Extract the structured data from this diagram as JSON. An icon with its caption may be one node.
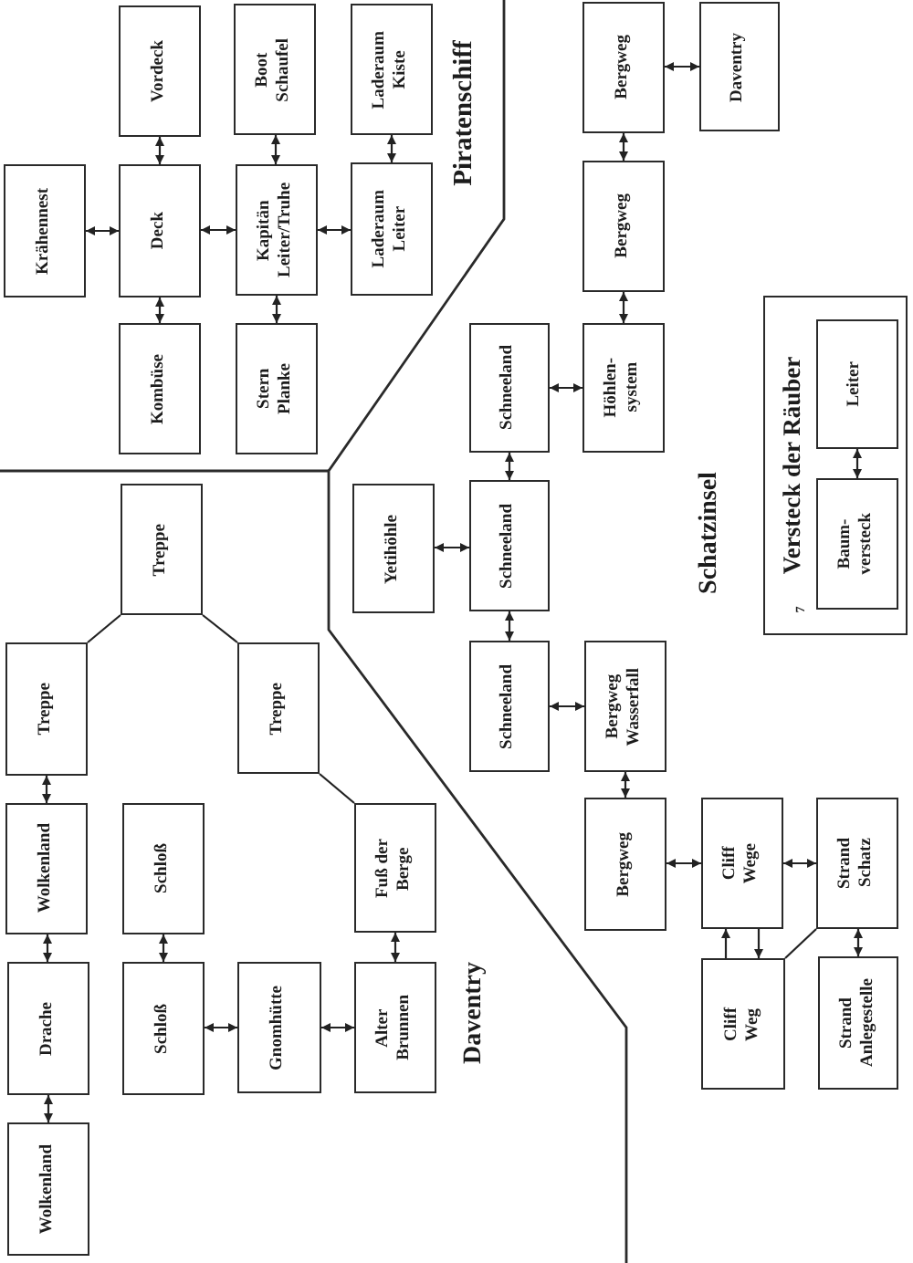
{
  "diagram": {
    "nodes": [
      {
        "text": [
          "Krähennest"
        ]
      },
      {
        "text": [
          "Vordeck"
        ]
      },
      {
        "text": [
          "Deck"
        ]
      },
      {
        "text": [
          "Kombüse"
        ]
      },
      {
        "text": [
          "Boot Schaufel"
        ]
      },
      {
        "text": [
          "Kapitän Leiter/Truhe"
        ]
      },
      {
        "text": [
          "Stern Planke"
        ]
      },
      {
        "text": [
          "Laderaum Kiste"
        ]
      },
      {
        "text": [
          "Laderaum Leiter"
        ]
      },
      {
        "text": [
          "Treppe"
        ]
      },
      {
        "text": [
          "Treppe"
        ]
      },
      {
        "text": [
          "Treppe"
        ]
      },
      {
        "text": [
          "Wolkenland"
        ]
      },
      {
        "text": [
          "Schloß"
        ]
      },
      {
        "text": [
          "Fuß der Berge"
        ]
      },
      {
        "text": [
          "Drache"
        ]
      },
      {
        "text": [
          "Schloß"
        ]
      },
      {
        "text": [
          "Gnomhütte"
        ]
      },
      {
        "text": [
          "Alter Brunnen"
        ]
      },
      {
        "text": [
          "Wolkenland"
        ]
      },
      {
        "text": [
          "Bergweg"
        ]
      },
      {
        "text": [
          "Daventry"
        ]
      },
      {
        "text": [
          "Bergweg"
        ]
      },
      {
        "text": [
          "Schneeland"
        ]
      },
      {
        "text": [
          "Höhlen- system"
        ]
      },
      {
        "text": [
          "Yetihöhle"
        ]
      },
      {
        "text": [
          "Schneeland"
        ]
      },
      {
        "text": [
          "Schneeland"
        ]
      },
      {
        "text": [
          "Bergweg Wasserfall"
        ]
      },
      {
        "text": [
          "Versteck der Räuber"
        ]
      },
      {
        "text": [
          "Leiter"
        ],
        "in": 29
      },
      {
        "text": [
          "Baum- versteck"
        ],
        "in": 29
      },
      {
        "text": [
          "Bergweg"
        ]
      },
      {
        "text": [
          "Cliff Wege"
        ]
      },
      {
        "text": [
          "Strand Schatz"
        ]
      },
      {
        "text": [
          "Cliff Weg"
        ]
      },
      {
        "text": [
          "Strand Anlegestelle"
        ]
      }
    ],
    "edges": [
      {
        "from": 0,
        "to": 2,
        "arrow": "both"
      },
      {
        "from": 2,
        "to": 1,
        "arrow": "both"
      },
      {
        "from": 2,
        "to": 3,
        "arrow": "both"
      },
      {
        "from": 2,
        "to": 5,
        "arrow": "both"
      },
      {
        "from": 5,
        "to": 4,
        "arrow": "both"
      },
      {
        "from": 5,
        "to": 6,
        "arrow": "both"
      },
      {
        "from": 5,
        "to": 8,
        "arrow": "both"
      },
      {
        "from": 8,
        "to": 7,
        "arrow": "both"
      },
      {
        "from": 9,
        "to": 10,
        "arrow": "none"
      },
      {
        "from": 9,
        "to": 11,
        "arrow": "none"
      },
      {
        "from": 10,
        "to": 12,
        "arrow": "both"
      },
      {
        "from": 11,
        "to": 14,
        "arrow": "none"
      },
      {
        "from": 12,
        "to": 15,
        "arrow": "both"
      },
      {
        "from": 15,
        "to": 19,
        "arrow": "both"
      },
      {
        "from": 13,
        "to": 16,
        "arrow": "both"
      },
      {
        "from": 16,
        "to": 17,
        "arrow": "both"
      },
      {
        "from": 17,
        "to": 18,
        "arrow": "both"
      },
      {
        "from": 14,
        "to": 18,
        "arrow": "both"
      },
      {
        "from": 20,
        "to": 21,
        "arrow": "both"
      },
      {
        "from": 20,
        "to": 22,
        "arrow": "both"
      },
      {
        "from": 22,
        "to": 24,
        "arrow": "both"
      },
      {
        "from": 23,
        "to": 24,
        "arrow": "both"
      },
      {
        "from": 23,
        "to": 26,
        "arrow": "both"
      },
      {
        "from": 25,
        "to": 26,
        "arrow": "both"
      },
      {
        "from": 26,
        "to": 27,
        "arrow": "both"
      },
      {
        "from": 27,
        "to": 28,
        "arrow": "both"
      },
      {
        "from": 28,
        "to": 32,
        "arrow": "both"
      },
      {
        "from": 30,
        "to": 31,
        "arrow": "both"
      },
      {
        "from": 32,
        "to": 33,
        "arrow": "both"
      },
      {
        "from": 33,
        "to": 34,
        "arrow": "both"
      },
      {
        "from": 35,
        "to": 33,
        "arrow": "to"
      },
      {
        "from": 33,
        "to": 35,
        "arrow": "to"
      },
      {
        "from": 34,
        "to": 35,
        "arrow": "none"
      },
      {
        "from": 34,
        "to": 36,
        "arrow": "both"
      }
    ],
    "labels": [
      "Piratenschiff",
      "Schatzinsel",
      "7",
      "Daventry"
    ]
  }
}
